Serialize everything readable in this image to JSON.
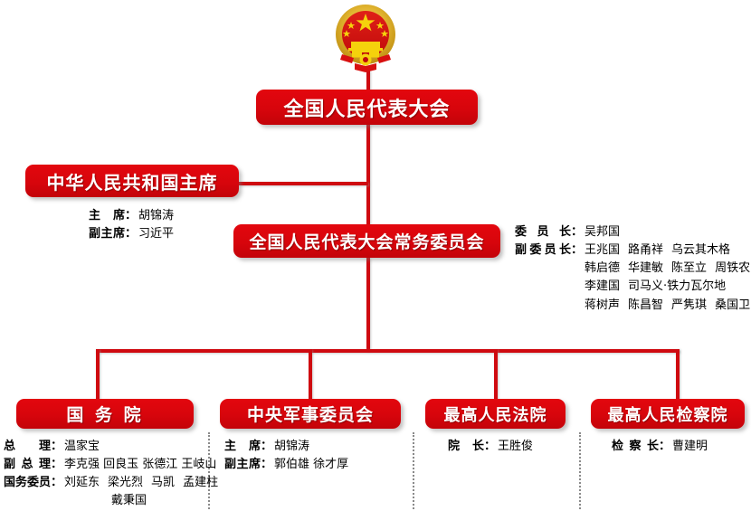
{
  "diagram": {
    "title": "中华人民共和国国家机构",
    "emblem": "national-emblem-of-china",
    "accent_color": "#d7050c",
    "line_color": "#cf0a10",
    "separator_color": "#8a8a8a"
  },
  "nodes": {
    "npc": {
      "label": "全国人民代表大会"
    },
    "president": {
      "label": "中华人民共和国主席"
    },
    "npcsc": {
      "label": "全国人民代表大会常务委员会"
    },
    "state_council": {
      "label": "国 务 院"
    },
    "cmc": {
      "label": "中央军事委员会"
    },
    "court": {
      "label": "最高人民法院"
    },
    "procuratorate": {
      "label": "最高人民检察院"
    }
  },
  "details": {
    "president": [
      {
        "label": "主席",
        "colon": "：",
        "value": "胡锦涛"
      },
      {
        "label": "副主席",
        "colon": "：",
        "value": "习近平"
      }
    ],
    "npcsc": {
      "chairman": {
        "label": "委员长",
        "colon": "：",
        "value": "吴邦国"
      },
      "vice_chairmen": {
        "label": "副委员长",
        "colon": "：",
        "rows": [
          [
            "王兆国",
            "路甬祥",
            "乌云其木格"
          ],
          [
            "韩启德",
            "华建敏",
            "陈至立",
            "周铁农"
          ],
          [
            "李建国",
            "司马义·铁力瓦尔地"
          ],
          [
            "蒋树声",
            "陈昌智",
            "严隽琪",
            "桑国卫"
          ]
        ]
      }
    },
    "state_council": {
      "premier": {
        "label": "总理",
        "colon": "：",
        "value": "温家宝"
      },
      "vice_premiers": {
        "label": "副总理",
        "colon": "：",
        "value": "李克强 回良玉 张德江 王岐山"
      },
      "state_councillors": {
        "label": "国务委员",
        "colon": "：",
        "rows": [
          [
            "刘延东",
            "梁光烈",
            "马凯",
            "孟建柱"
          ],
          [
            "戴秉国"
          ]
        ]
      }
    },
    "cmc": [
      {
        "label": "主席",
        "colon": "：",
        "value": "胡锦涛"
      },
      {
        "label": "副主席",
        "colon": "：",
        "value": "郭伯雄 徐才厚"
      }
    ],
    "court": [
      {
        "label": "院长",
        "colon": "：",
        "value": "王胜俊"
      }
    ],
    "procuratorate": [
      {
        "label": "检察长",
        "colon": "：",
        "value": "曹建明"
      }
    ]
  }
}
